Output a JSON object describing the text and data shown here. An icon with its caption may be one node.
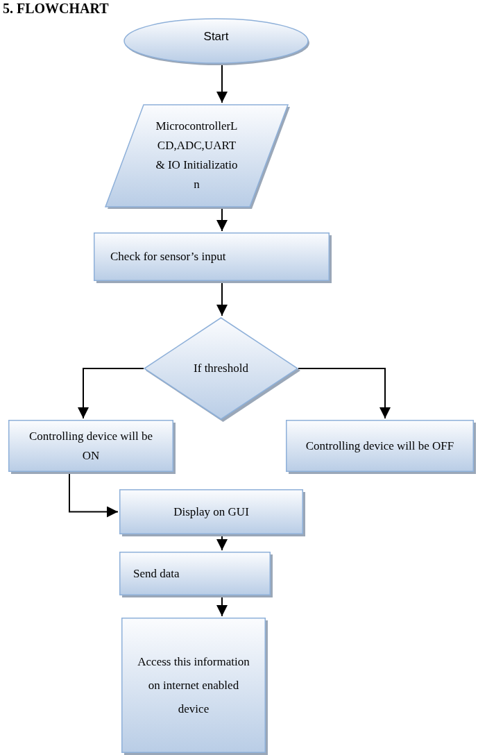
{
  "diagram": {
    "title": "5. FLOWCHART",
    "nodes": [
      {
        "text": [
          "Start"
        ]
      },
      {
        "text": [
          "MicrocontrollerLCD,ADC,UART & IO Initialization"
        ]
      },
      {
        "text": [
          "Check for sensor’s input"
        ]
      },
      {
        "text": [
          "If threshold"
        ]
      },
      {
        "text": [
          "Controlling device will be ON"
        ]
      },
      {
        "text": [
          "Controlling device will be OFF"
        ]
      },
      {
        "text": [
          "Display on GUI"
        ]
      },
      {
        "text": [
          "Send data"
        ]
      },
      {
        "text": [
          "Access this information on internet enabled device"
        ]
      }
    ],
    "edges": [
      {
        "from": 0,
        "to": 1,
        "arrow": "to"
      },
      {
        "from": 1,
        "to": 2,
        "arrow": "to"
      },
      {
        "from": 2,
        "to": 3,
        "arrow": "to"
      },
      {
        "from": 3,
        "to": 4,
        "arrow": "to"
      },
      {
        "from": 3,
        "to": 5,
        "arrow": "to"
      },
      {
        "from": 4,
        "to": 6,
        "arrow": "to"
      },
      {
        "from": 6,
        "to": 7,
        "arrow": "to"
      },
      {
        "from": 7,
        "to": 8,
        "arrow": "to"
      }
    ]
  }
}
